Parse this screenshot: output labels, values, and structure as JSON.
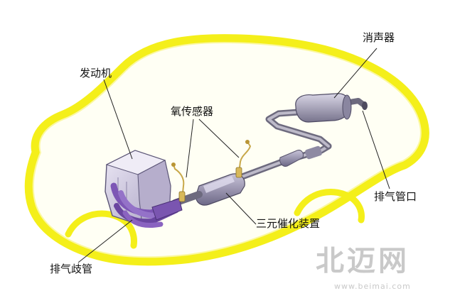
{
  "labels": {
    "engine": "发动机",
    "o2_sensor": "氧传感器",
    "muffler": "消声器",
    "tailpipe": "排气管口",
    "catalytic_converter": "三元催化装置",
    "exhaust_manifold": "排气歧管"
  },
  "watermark": {
    "logo": "北迈网",
    "url": "www.beimai.com"
  },
  "colors": {
    "car_glow": "#f4ef1a",
    "glow_edge": "#fbf8a0",
    "car_fill": "#fffff4",
    "engine_block": "#c9c2dc",
    "manifold": "#7d56b5",
    "converter": "#8f88a8",
    "pipe": "#8b8b94",
    "muffler": "#9a97ab",
    "sensor_wire": "#c8a84a",
    "leader_line": "#222222"
  }
}
